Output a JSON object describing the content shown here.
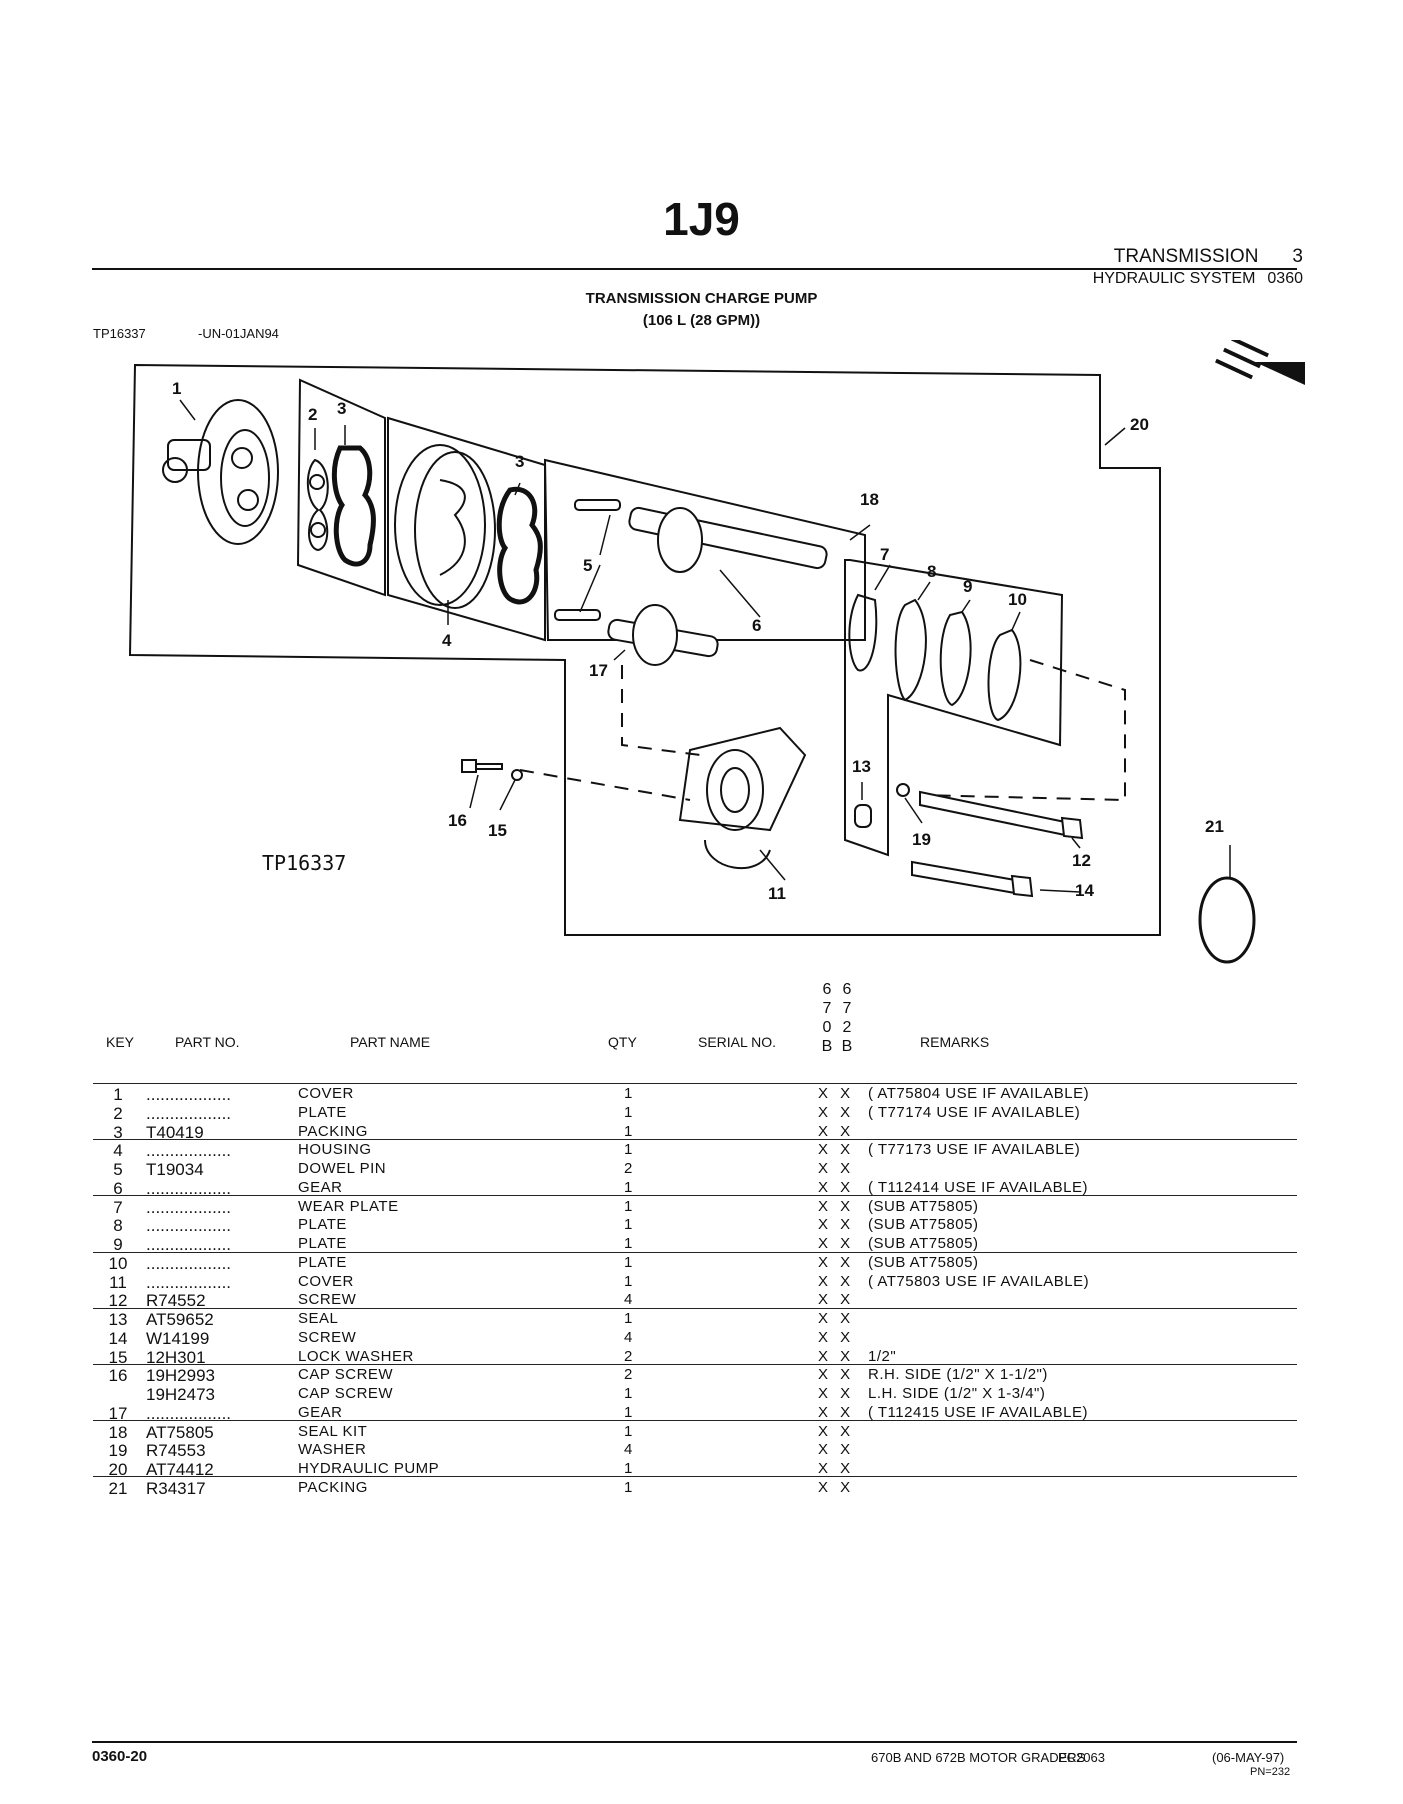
{
  "page_code": "1J9",
  "section": {
    "name": "TRANSMISSION",
    "number": "3"
  },
  "subsection": {
    "name": "HYDRAULIC SYSTEM",
    "code": "0360"
  },
  "title": {
    "line1": "TRANSMISSION CHARGE PUMP",
    "line2": "(106 L (28 GPM))"
  },
  "illustration": {
    "id": "TP16337",
    "date": "-UN-01JAN94",
    "inset_label": "TP16337",
    "callouts": [
      "1",
      "2",
      "3",
      "3",
      "4",
      "5",
      "6",
      "7",
      "8",
      "9",
      "10",
      "11",
      "12",
      "13",
      "14",
      "15",
      "16",
      "17",
      "18",
      "19",
      "20",
      "21"
    ]
  },
  "model_columns": [
    {
      "chars": [
        "6",
        "7",
        "0",
        "B"
      ]
    },
    {
      "chars": [
        "6",
        "7",
        "2",
        "B"
      ]
    }
  ],
  "columns": {
    "key": "KEY",
    "part_no": "PART NO.",
    "part_name": "PART NAME",
    "qty": "QTY",
    "serial_no": "SERIAL NO.",
    "remarks": "REMARKS"
  },
  "parts": [
    {
      "key": "1",
      "part_no": "..................",
      "name": "COVER",
      "qty": "1",
      "marks": "X X",
      "remarks": "( AT75804 USE IF AVAILABLE)"
    },
    {
      "key": "2",
      "part_no": "..................",
      "name": "PLATE",
      "qty": "1",
      "marks": "X X",
      "remarks": "( T77174 USE IF AVAILABLE)"
    },
    {
      "key": "3",
      "part_no": "T40419",
      "name": "PACKING",
      "qty": "1",
      "marks": "X X",
      "remarks": ""
    },
    {
      "key": "4",
      "part_no": "..................",
      "name": "HOUSING",
      "qty": "1",
      "marks": "X X",
      "remarks": "( T77173 USE IF AVAILABLE)"
    },
    {
      "key": "5",
      "part_no": "T19034",
      "name": "DOWEL PIN",
      "qty": "2",
      "marks": "X X",
      "remarks": ""
    },
    {
      "key": "6",
      "part_no": "..................",
      "name": "GEAR",
      "qty": "1",
      "marks": "X X",
      "remarks": "( T112414 USE IF AVAILABLE)"
    },
    {
      "key": "7",
      "part_no": "..................",
      "name": "WEAR PLATE",
      "qty": "1",
      "marks": "X X",
      "remarks": "(SUB AT75805)"
    },
    {
      "key": "8",
      "part_no": "..................",
      "name": "PLATE",
      "qty": "1",
      "marks": "X X",
      "remarks": "(SUB AT75805)"
    },
    {
      "key": "9",
      "part_no": "..................",
      "name": "PLATE",
      "qty": "1",
      "marks": "X X",
      "remarks": "(SUB AT75805)"
    },
    {
      "key": "10",
      "part_no": "..................",
      "name": "PLATE",
      "qty": "1",
      "marks": "X X",
      "remarks": "(SUB AT75805)"
    },
    {
      "key": "11",
      "part_no": "..................",
      "name": "COVER",
      "qty": "1",
      "marks": "X X",
      "remarks": "( AT75803 USE IF AVAILABLE)"
    },
    {
      "key": "12",
      "part_no": "R74552",
      "name": "SCREW",
      "qty": "4",
      "marks": "X X",
      "remarks": ""
    },
    {
      "key": "13",
      "part_no": "AT59652",
      "name": "SEAL",
      "qty": "1",
      "marks": "X X",
      "remarks": ""
    },
    {
      "key": "14",
      "part_no": "W14199",
      "name": "SCREW",
      "qty": "4",
      "marks": "X X",
      "remarks": ""
    },
    {
      "key": "15",
      "part_no": "12H301",
      "name": "LOCK WASHER",
      "qty": "2",
      "marks": "X X",
      "remarks": "1/2\""
    },
    {
      "key": "16",
      "part_no": "19H2993",
      "name": "CAP SCREW",
      "qty": "2",
      "marks": "X X",
      "remarks": "R.H. SIDE (1/2\" X 1-1/2\")"
    },
    {
      "key": "",
      "part_no": "19H2473",
      "name": "CAP SCREW",
      "qty": "1",
      "marks": "X X",
      "remarks": "L.H. SIDE (1/2\" X 1-3/4\")"
    },
    {
      "key": "17",
      "part_no": "..................",
      "name": "GEAR",
      "qty": "1",
      "marks": "X X",
      "remarks": "( T112415 USE IF AVAILABLE)"
    },
    {
      "key": "18",
      "part_no": "AT75805",
      "name": "SEAL KIT",
      "qty": "1",
      "marks": "X X",
      "remarks": ""
    },
    {
      "key": "19",
      "part_no": "R74553",
      "name": "WASHER",
      "qty": "4",
      "marks": "X X",
      "remarks": ""
    },
    {
      "key": "20",
      "part_no": "AT74412",
      "name": "HYDRAULIC PUMP",
      "qty": "1",
      "marks": "X X",
      "remarks": ""
    },
    {
      "key": "21",
      "part_no": "R34317",
      "name": "PACKING",
      "qty": "1",
      "marks": "X X",
      "remarks": ""
    }
  ],
  "footer": {
    "page": "0360-20",
    "model": "670B AND 672B MOTOR GRADERS",
    "catalog": "PC2063",
    "date": "(06-MAY-97)",
    "pn": "PN=232"
  }
}
